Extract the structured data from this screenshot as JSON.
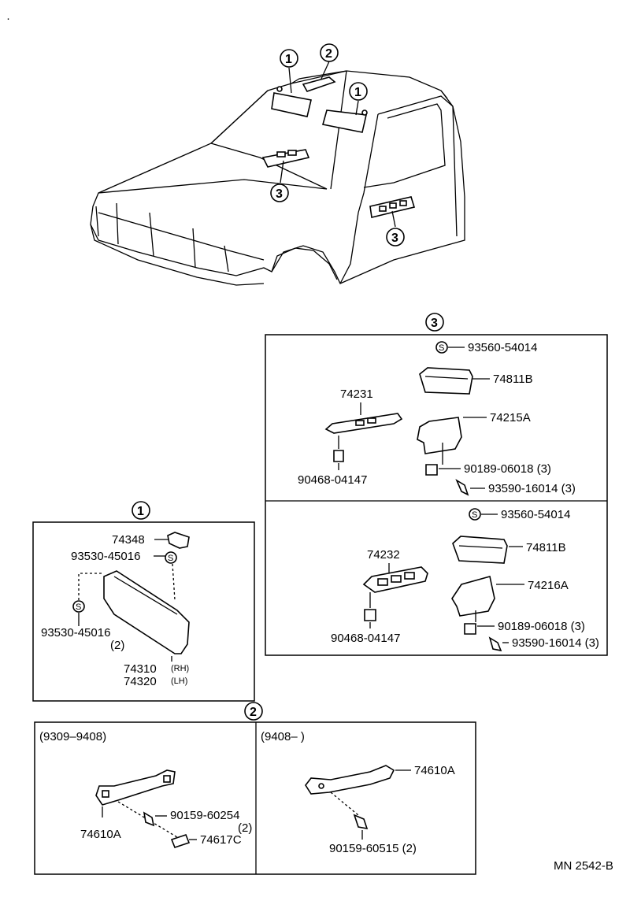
{
  "corner_mark": "·",
  "callouts": {
    "c1": "1",
    "c2": "2",
    "c3": "3",
    "s": "S"
  },
  "group3": {
    "upper": {
      "bracket_screw": "93560-54014",
      "pocket": "74811B",
      "cover": "74231",
      "bracket": "74215A",
      "clip_nut": "90189-06018 (3)",
      "screw": "93590-16014 (3)",
      "clip": "90468-04147"
    },
    "lower": {
      "bracket_screw": "93560-54014",
      "pocket": "74811B",
      "cover": "74232",
      "bracket": "74216A",
      "clip_nut": "90189-06018 (3)",
      "screw": "93590-16014 (3)",
      "clip": "90468-04147"
    }
  },
  "group1": {
    "holder": "74348",
    "screw_top": "93530-45016",
    "screw_left": "93530-45016",
    "screw_left_qty": "(2)",
    "visor_rh": "74310",
    "visor_rh_tag": "(RH)",
    "visor_lh": "74320",
    "visor_lh_tag": "(LH)"
  },
  "group2": {
    "left": {
      "period": "(9309–9408)",
      "grip": "74610A",
      "screw": "90159-60254",
      "screw_qty": "(2)",
      "cover": "74617C"
    },
    "right": {
      "period": "(9408–        )",
      "grip": "74610A",
      "screw": "90159-60515 (2)"
    }
  },
  "footer_code": "MN 2542-B"
}
